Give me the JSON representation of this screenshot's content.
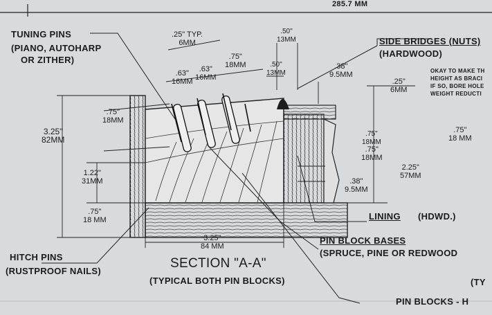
{
  "callouts": {
    "tuning_pins": [
      "TUNING PINS",
      "(PIANO, AUTOHARP",
      "OR ZITHER)"
    ],
    "side_bridges": [
      "SIDE BRIDGES (NUTS)",
      "(HARDWOOD)"
    ],
    "note": [
      "OKAY TO MAKE TH",
      "HEIGHT AS BRACI",
      "IF SO, BORE HOLE",
      "WEIGHT REDUCTI"
    ],
    "hitch_pins": [
      "HITCH PINS",
      "(RUSTPROOF NAILS)"
    ],
    "lining": [
      "LINING",
      "(HDWD.)"
    ],
    "pin_block_bases": [
      "PIN BLOCK BASES",
      "(SPRUCE, PINE OR REDWOOD"
    ],
    "pin_blocks": "PIN BLOCKS - H",
    "typ_partial": "(TY"
  },
  "title": {
    "section": "SECTION \"A-A\"",
    "subtitle": "(TYPICAL BOTH PIN BLOCKS)"
  },
  "top_partial": "285.7 MM",
  "dims": {
    "pin_spacing": [
      ".25\" TYP.",
      "6MM"
    ],
    "d63a": [
      ".63\"",
      "16MM"
    ],
    "d63b": [
      ".63\"",
      "16MM"
    ],
    "d75a": [
      ".75\"",
      "18MM"
    ],
    "d50a": [
      ".50\"",
      "13MM"
    ],
    "d50b": [
      ".50\"",
      "13MM"
    ],
    "d38a": [
      ".38\"",
      "9.5MM"
    ],
    "d25": [
      ".25\"",
      "6MM"
    ],
    "d75r": [
      ".75\"",
      "18MM"
    ],
    "d75b": [
      ".75\"",
      "18MM"
    ],
    "d225": [
      "2.25\"",
      "57MM"
    ],
    "d38b": [
      ".38\"",
      "9.5MM"
    ],
    "d75far": [
      ".75\"",
      "18 MM"
    ],
    "d75left": [
      ".75\"",
      "18MM"
    ],
    "d325h": [
      "3.25\"",
      "82MM"
    ],
    "d122": [
      "1.22\"",
      "31MM"
    ],
    "d75low": [
      ".75\"",
      "18 MM"
    ],
    "d325w": [
      "3.25\"",
      "84 MM"
    ]
  }
}
